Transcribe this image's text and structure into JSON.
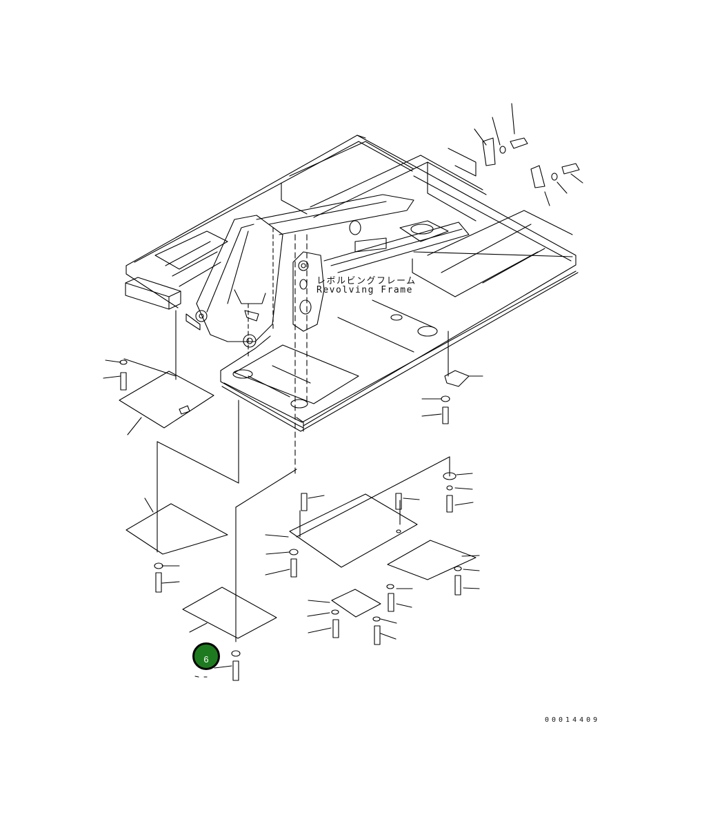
{
  "diagram": {
    "label_jp": "レボルビングフレーム",
    "label_en": "Revolving Frame",
    "drawing_number": "00014409",
    "callout": {
      "number": "6",
      "color": "#1e7a1e"
    }
  }
}
